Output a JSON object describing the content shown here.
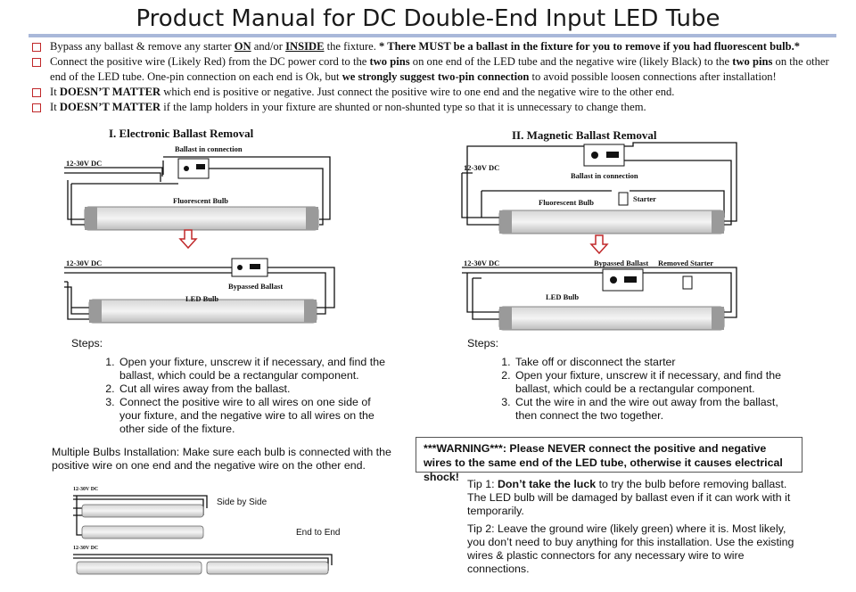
{
  "title": "Product Manual for DC Double-End Input LED Tube",
  "bullets": {
    "b1_a": "Bypass any ballast & remove any starter ",
    "b1_on": "ON",
    "b1_b": " and/or ",
    "b1_inside": "INSIDE",
    "b1_c": " the fixture. ",
    "b1_bold": "* There MUST be a ballast in the fixture for you to remove if you had fluorescent bulb.*",
    "b2_a": "Connect the positive wire (Likely Red) from the DC power cord to the ",
    "b2_pins1": "two pins",
    "b2_b": " on one end of the LED tube and the negative wire (likely Black) to the ",
    "b2_pins2": "two pins",
    "b2_c": " on the other end of the LED tube. One-pin connection on each end is Ok, but ",
    "b2_strong": "we strongly suggest two-pin connection",
    "b2_d": " to avoid possible loosen connections after installation!",
    "b3_a": "It ",
    "b3_bold": "DOESN’T MATTER",
    "b3_b": " which end is positive or negative. Just connect the positive wire to one end and the negative wire to the other end.",
    "b4_a": "It ",
    "b4_bold": "DOESN’T MATTER",
    "b4_b": " if the lamp holders in your fixture are shunted or non-shunted type so that it is unnecessary to change them."
  },
  "left": {
    "title": "I. Electronic Ballast Removal",
    "ballast_in": "Ballast in connection",
    "dc1": "12-30V DC",
    "fluor": "Fluorescent Bulb",
    "dc2": "12-30V DC",
    "bypassed": "Bypassed Ballast",
    "led": "LED Bulb",
    "steps_label": "Steps:",
    "steps": [
      "Open your fixture, unscrew it if necessary, and find the ballast, which could be a rectangular component.",
      "Cut all wires away from the ballast.",
      "Connect the positive wire to all wires on one side of your fixture, and the negative wire to all wires on the other side of the fixture."
    ],
    "multi": "Multiple Bulbs Installation: Make sure each bulb is connected with the positive wire on one end and the negative wire on the other end.",
    "side_by_side": "Side by Side",
    "end_to_end": "End to End",
    "mini_dc1": "12-30V DC",
    "mini_dc2": "12-30V DC"
  },
  "right": {
    "title": "II. Magnetic Ballast Removal",
    "dc1": "12-30V DC",
    "ballast_conn": "Ballast in connection",
    "fluor": "Fluorescent Bulb",
    "starter": "Starter",
    "dc2": "12-30V DC",
    "bypassed": "Bypassed Ballast",
    "removed": "Removed Starter",
    "led": "LED Bulb",
    "steps_label": "Steps:",
    "steps": [
      "Take off or disconnect the starter",
      "Open your fixture, unscrew it if necessary, and find the ballast, which could be a rectangular component.",
      "Cut the wire in and the wire out away from the ballast, then connect the two together."
    ],
    "warn_a": "***WARNING***: Please ",
    "warn_never": "NEVER",
    "warn_b": " connect the positive and negative wires to the same end of the LED tube, otherwise it causes electrical shock!",
    "tip1_a": "Tip 1: ",
    "tip1_bold": "Don’t take the luck",
    "tip1_b": " to try the bulb before removing ballast. The LED bulb will be damaged by ballast even if it can work with it temporarily.",
    "tip2": "Tip 2: Leave the ground wire (likely green) where it is. Most likely, you don’t need to buy anything for this installation. Use the existing wires & plastic connectors for any necessary wire to wire connections."
  },
  "colors": {
    "checkbox": "#c0282a",
    "rule": "#a9b8d9",
    "arrow": "#c0282a"
  }
}
